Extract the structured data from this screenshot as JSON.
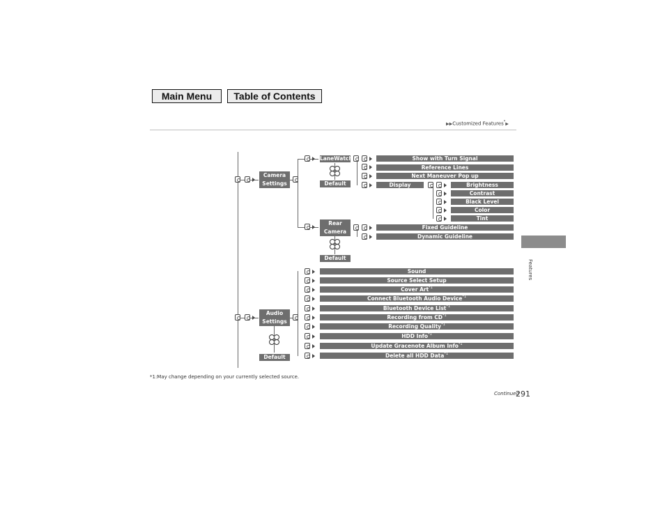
{
  "nav": {
    "main_menu": "Main Menu",
    "table_of_contents": "Table of Contents"
  },
  "header": {
    "breadcrumb": "Customized Features",
    "mark": "*"
  },
  "side_tab": {
    "label": "Features"
  },
  "tree": {
    "camera": {
      "root": "Camera Settings",
      "lanewatch": "LaneWatch",
      "lanewatch_default": "Default",
      "lanewatch_items": [
        "Show with Turn Signal",
        "Reference Lines",
        "Next Maneuver Pop up"
      ],
      "display": "Display",
      "display_items": [
        "Brightness",
        "Contrast",
        "Black Level",
        "Color",
        "Tint"
      ],
      "rear_camera": "Rear Camera",
      "rear_default": "Default",
      "rear_items": [
        "Fixed Guideline",
        "Dynamic Guideline"
      ]
    },
    "audio": {
      "root": "Audio Settings",
      "default": "Default",
      "items": [
        {
          "label": "Sound",
          "note": ""
        },
        {
          "label": "Source Select Setup",
          "note": ""
        },
        {
          "label": "Cover Art",
          "note": "*1"
        },
        {
          "label": "Connect Bluetooth Audio Device",
          "note": "*1"
        },
        {
          "label": "Bluetooth Device List",
          "note": "*1"
        },
        {
          "label": "Recording from CD",
          "note": "*1"
        },
        {
          "label": "Recording Quality",
          "note": "*1"
        },
        {
          "label": "HDD Info",
          "note": "*1"
        },
        {
          "label": "Update Gracenote Album Info",
          "note": "*1"
        },
        {
          "label": "Delete all HDD Data",
          "note": "*1"
        }
      ]
    }
  },
  "footnote": "*1:May change depending on your currently selected source.",
  "continued": "Continued",
  "page_number": "291"
}
